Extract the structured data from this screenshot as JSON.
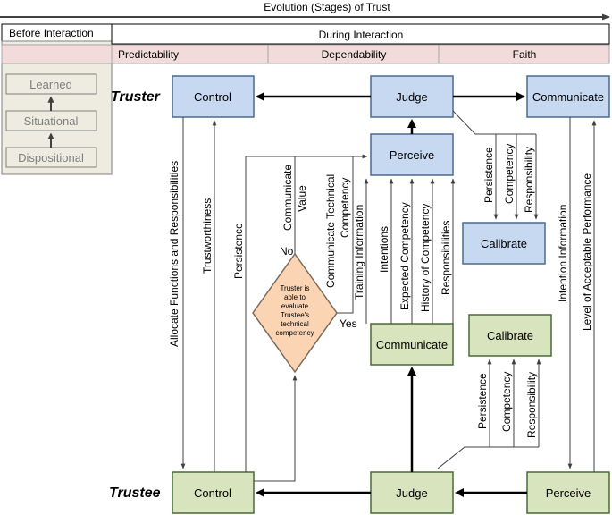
{
  "header": {
    "evolution": "Evolution (Stages) of Trust",
    "before": "Before Interaction",
    "during": "During Interaction",
    "stage1": "Predictability",
    "stage2": "Dependability",
    "stage3": "Faith"
  },
  "before_stack": {
    "learned": "Learned",
    "situational": "Situational",
    "dispositional": "Dispositional"
  },
  "roles": {
    "truster": "Truster",
    "trustee": "Trustee"
  },
  "truster_nodes": {
    "control": "Control",
    "judge": "Judge",
    "communicate": "Communicate",
    "perceive": "Perceive",
    "calibrate": "Calibrate"
  },
  "trustee_nodes": {
    "control": "Control",
    "judge": "Judge",
    "perceive": "Perceive",
    "communicate": "Communicate",
    "calibrate": "Calibrate"
  },
  "decision": {
    "line1": "Truster is",
    "line2": "able to",
    "line3": "evaluate",
    "line4": "Trustee's",
    "line5": "technical",
    "line6": "competency",
    "no": "No",
    "yes": "Yes"
  },
  "labels": {
    "allocate": "Allocate Functions and Responsibilities",
    "trustworthiness": "Trustworthiness",
    "persistence_left": "Persistence",
    "communicate_value_1": "Communicate",
    "communicate_value_2": "Value",
    "comm_tech_1": "Communicate Technical",
    "comm_tech_2": "Competency",
    "training_info": "Training Information",
    "intentions": "Intentions",
    "expected_competency": "Expected Competency",
    "history_competency": "History of Competency",
    "responsibilities": "Responsibilities",
    "cal_top_persistence": "Persistence",
    "cal_top_competency": "Competency",
    "cal_top_responsibility": "Responsibility",
    "cal_bot_persistence": "Persistence",
    "cal_bot_competency": "Competency",
    "cal_bot_responsibility": "Responsibility",
    "intention_info": "Intention Information",
    "level_perf": "Level of Acceptable Performance"
  }
}
